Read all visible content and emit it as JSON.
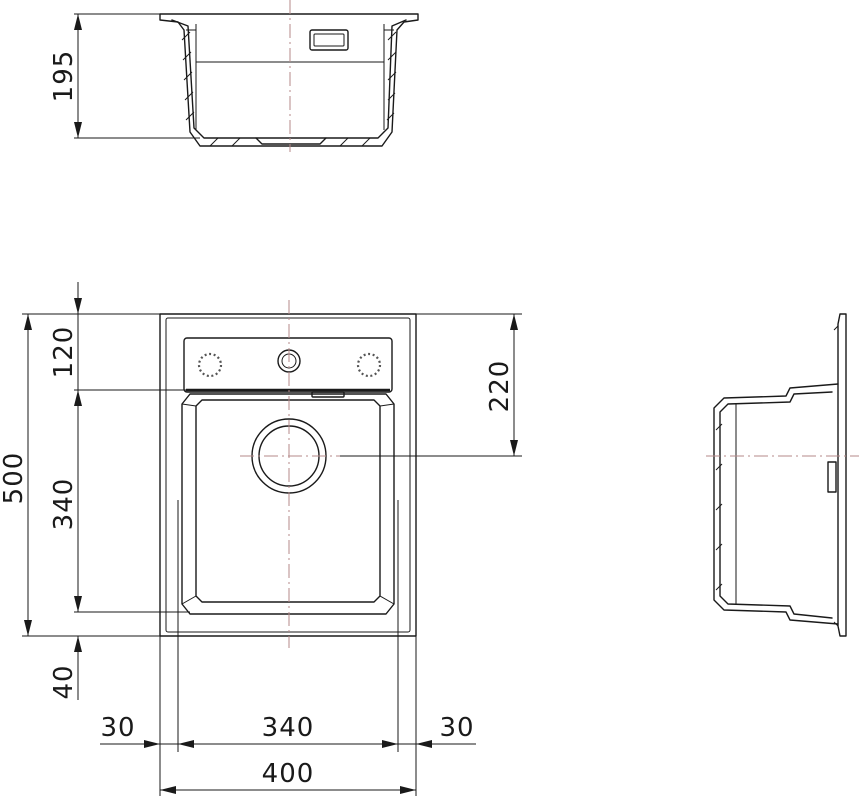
{
  "dimensions": {
    "depth": "195",
    "tap_zone": "120",
    "bowl_offset": "220",
    "total_length": "500",
    "bowl_length": "340",
    "bottom_rim": "40",
    "left_rim": "30",
    "bowl_width": "340",
    "right_rim": "30",
    "total_width": "400"
  }
}
